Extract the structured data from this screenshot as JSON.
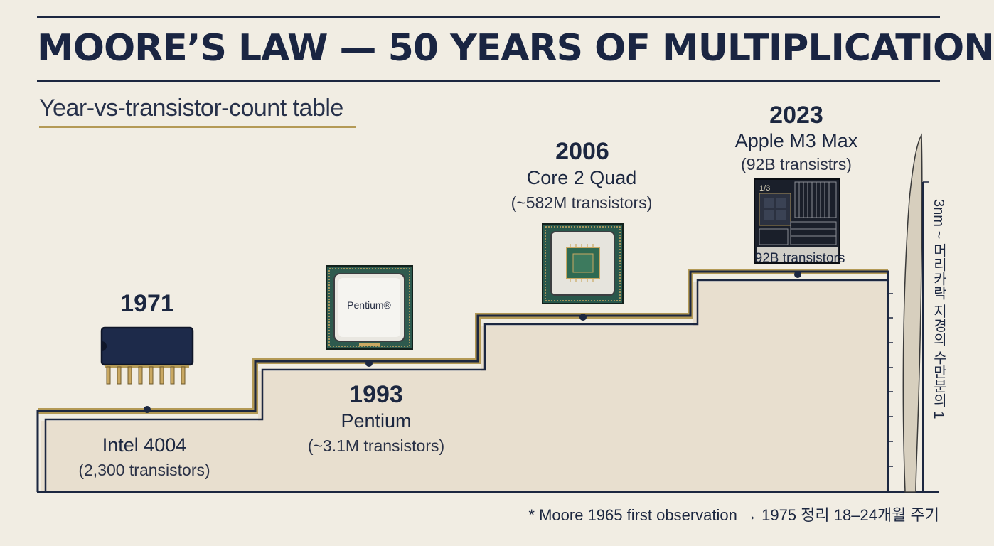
{
  "title": "MOORE’S LAW — 50 YEARS OF MULTIPLICATION",
  "subtitle": "Year-vs-transistor-count table",
  "milestones": [
    {
      "year": "1971",
      "name": "Intel 4004",
      "transistors": "(2,300 transistors)"
    },
    {
      "year": "1993",
      "name": "Pentium",
      "transistors": "(~3.1M transistors)",
      "chip_text": "Pentium®"
    },
    {
      "year": "2006",
      "name": "Core 2 Quad",
      "transistors": "(~582M transistors)"
    },
    {
      "year": "2023",
      "name": "Apple M3 Max",
      "transistors": "(92B transistrs)",
      "chip_caption": "92B transistors",
      "chip_corner": "1/3"
    }
  ],
  "side_label": "3nm ~ 머리카락 지경의 수만분의 1",
  "footnote": "* Moore 1965 first observation → 1975 정리 18–24개월 주기",
  "colors": {
    "navy": "#1c2740",
    "gold": "#b49a56",
    "fill": "#e8dfcf",
    "background": "#f1ede3"
  }
}
